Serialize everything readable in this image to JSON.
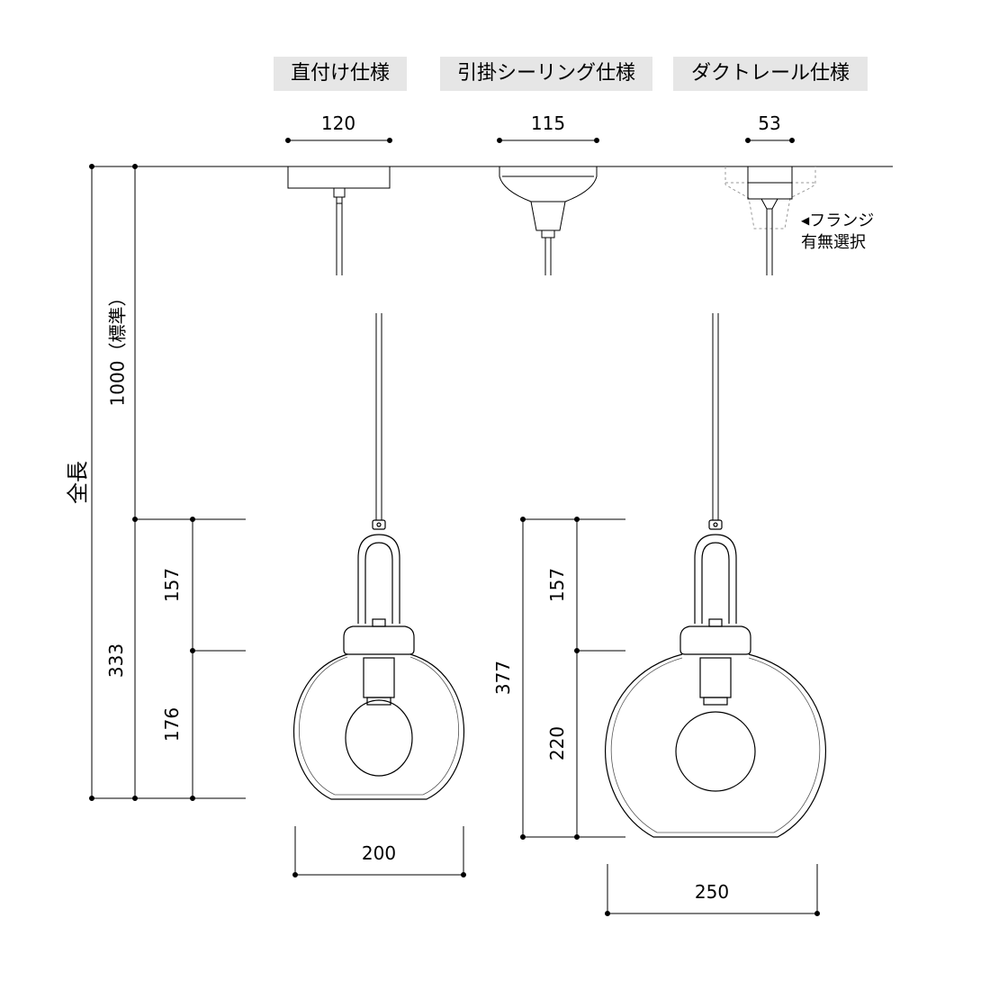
{
  "specs": {
    "direct": "直付け仕様",
    "hook_ceiling": "引掛シーリング仕様",
    "duct_rail": "ダクトレール仕様"
  },
  "widths": {
    "direct_base": "120",
    "hook_base": "115",
    "duct_base": "53",
    "small_shade": "200",
    "large_shade": "250"
  },
  "heights": {
    "total_label": "全長",
    "standard_length": "1000（標準）",
    "small_total": "333",
    "small_upper": "157",
    "small_lower": "176",
    "large_total": "377",
    "large_upper": "157",
    "large_lower": "220"
  },
  "note": {
    "arrow": "◀",
    "line1": "フランジ",
    "line2": "有無選択"
  },
  "colors": {
    "line": "#000000",
    "label_bg": "#e6e6e6",
    "dashed": "#9a9a9a"
  }
}
